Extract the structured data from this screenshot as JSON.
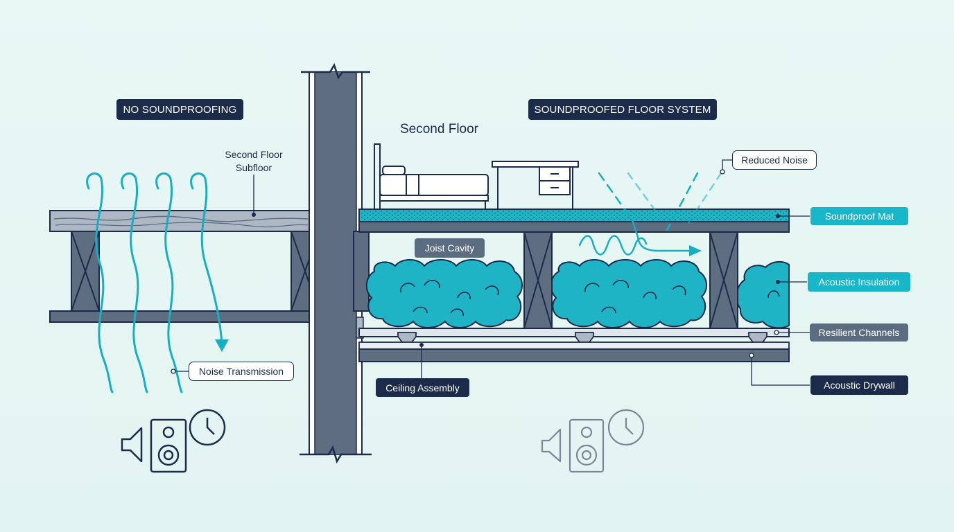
{
  "labels": {
    "no_soundproofing": "NO SOUNDPROOFING",
    "soundproofed_system": "SOUNDPROOFED FLOOR SYSTEM",
    "second_floor": "Second Floor",
    "second_floor_subfloor_line1": "Second Floor",
    "second_floor_subfloor_line2": "Subfloor",
    "reduced_noise": "Reduced Noise",
    "soundproof_mat": "Soundproof Mat",
    "joist_cavity": "Joist Cavity",
    "acoustic_insulation": "Acoustic Insulation",
    "resilient_channels": "Resilient Channels",
    "noise_transmission": "Noise Transmission",
    "ceiling_assembly": "Ceiling Assembly",
    "acoustic_drywall": "Acoustic Drywall"
  },
  "colors": {
    "navy": "#1c2b4a",
    "teal": "#17b6c8",
    "slate": "#5b6b80",
    "steel": "#5f6d80",
    "insulation": "#1fb3c6",
    "background": "#e6f6f3"
  },
  "icons": {
    "left_group": [
      "speaker-icon",
      "loudspeaker-box-icon",
      "clock-icon"
    ],
    "right_group": [
      "speaker-icon",
      "loudspeaker-box-icon",
      "clock-icon"
    ],
    "furniture": [
      "bed-icon",
      "desk-icon"
    ]
  }
}
